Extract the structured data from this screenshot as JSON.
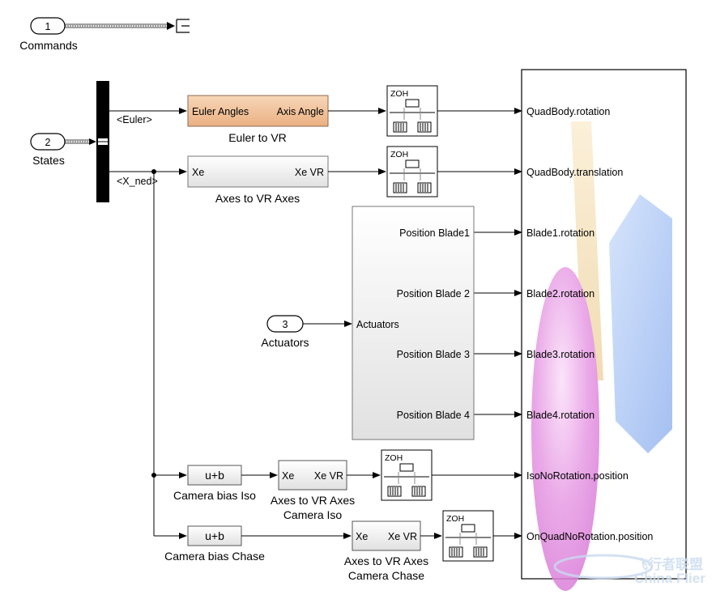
{
  "inports": {
    "commands": {
      "number": "1",
      "label": "Commands"
    },
    "states": {
      "number": "2",
      "label": "States"
    },
    "actuators": {
      "number": "3",
      "label": "Actuators"
    }
  },
  "bus": {
    "euler_signal": "<Euler>",
    "xned_signal": "<X_ned>"
  },
  "blocks": {
    "euler_to_vr": {
      "in": "Euler Angles",
      "out": "Axis Angle",
      "label": "Euler to VR"
    },
    "axes_to_vr": {
      "in": "Xe",
      "out": "Xe VR",
      "label": "Axes to VR Axes"
    },
    "camera_bias_iso": {
      "text": "u+b",
      "label": "Camera bias Iso"
    },
    "camera_bias_chase": {
      "text": "u+b",
      "label": "Camera bias Chase"
    },
    "axes_to_vr_iso": {
      "in": "Xe",
      "out": "Xe VR",
      "label_line1": "Axes to VR Axes",
      "label_line2": "Camera Iso"
    },
    "axes_to_vr_chase": {
      "in": "Xe",
      "out": "Xe VR",
      "label_line1": "Axes to VR Axes",
      "label_line2": "Camera Chase"
    },
    "zoh": {
      "text": "ZOH"
    },
    "actuator_subsystem": {
      "in": "Actuators",
      "outs": [
        "Position Blade1",
        "Position Blade 2",
        "Position Blade 3",
        "Position Blade 4"
      ]
    }
  },
  "vr_sink": {
    "inputs": [
      "QuadBody.rotation",
      "QuadBody.translation",
      "Blade1.rotation",
      "Blade2.rotation",
      "Blade3.rotation",
      "Blade4.rotation",
      "IsoNoRotation.position",
      "OnQuadNoRotation.position"
    ]
  },
  "watermark": {
    "text": "飞行者联盟",
    "subtext": "China Flier"
  },
  "colors": {
    "euler_block": "#f3c9a4",
    "vr_pink": "#e9a3e6",
    "vr_blue": "#a9c6f7",
    "vr_yellow": "#f4dfb2"
  }
}
